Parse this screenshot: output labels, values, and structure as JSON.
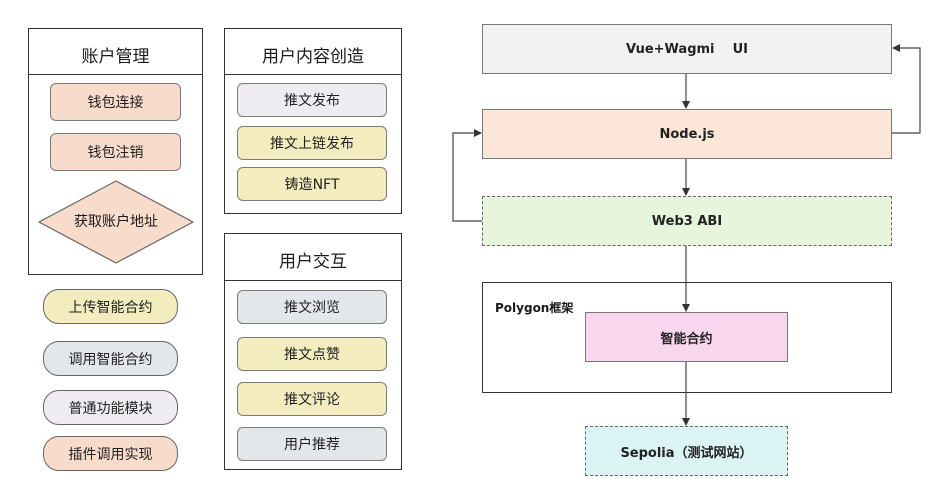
{
  "left": {
    "account": {
      "title": "账户管理",
      "items": [
        "钱包连接",
        "钱包注销"
      ],
      "diamond": "获取账户地址"
    },
    "content": {
      "title": "用户内容创造",
      "items": [
        "推文发布",
        "推文上链发布",
        "铸造NFT"
      ]
    },
    "interaction": {
      "title": "用户交互",
      "items": [
        "推文浏览",
        "推文点赞",
        "推文评论",
        "用户推荐"
      ]
    },
    "legend": [
      "上传智能合约",
      "调用智能合约",
      "普通功能模块",
      "插件调用实现"
    ]
  },
  "flow": {
    "ui": "Vue+Wagmi    UI",
    "node": "Node.js",
    "abi": "Web3 ABI",
    "polygon_label": "Polygon框架",
    "contract": "智能合约",
    "sepolia": "Sepolia（测试网站）"
  },
  "colors": {
    "peach": "#f8dccb",
    "lavender": "#eeebf1",
    "yellow": "#f3ecbf",
    "grey": "#e3e6ea",
    "ui_bg": "#f2f2f2",
    "node_bg": "#fce6d8",
    "abi_bg": "#e6f5dc",
    "contract_bg": "#f8d7ee",
    "sepolia_bg": "#dcf3f4"
  }
}
